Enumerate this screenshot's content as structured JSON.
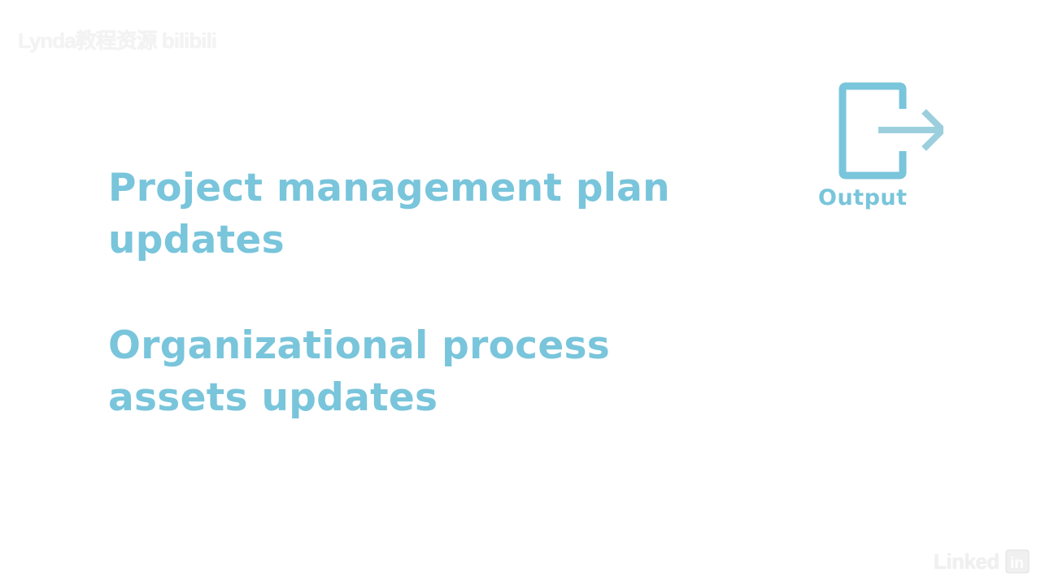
{
  "watermark_top": "Lynda教程资源 bilibili",
  "items": [
    {
      "line1": "Project management plan",
      "line2": "updates"
    },
    {
      "line1": "Organizational process",
      "line2": "assets updates"
    }
  ],
  "output": {
    "label": "Output",
    "icon": "exit-arrow-icon",
    "color": "#79c5db"
  },
  "watermark_bottom": "Linked"
}
